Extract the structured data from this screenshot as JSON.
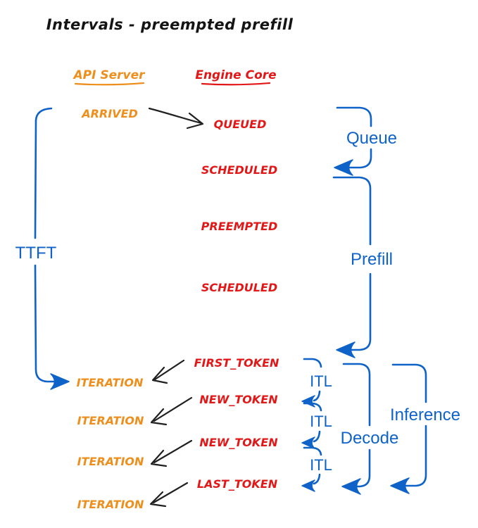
{
  "title": "Intervals - preempted prefill",
  "columns": {
    "api_server": "API Server",
    "engine_core": "Engine Core"
  },
  "api_server_events": {
    "arrived": "ARRIVED",
    "iteration_1": "ITERATION",
    "iteration_2": "ITERATION",
    "iteration_3": "ITERATION",
    "iteration_4": "ITERATION"
  },
  "engine_core_events": {
    "queued": "QUEUED",
    "scheduled_1": "SCHEDULED",
    "preempted": "PREEMPTED",
    "scheduled_2": "SCHEDULED",
    "first_token": "FIRST_TOKEN",
    "new_token_1": "NEW_TOKEN",
    "new_token_2": "NEW_TOKEN",
    "last_token": "LAST_TOKEN"
  },
  "interval_labels": {
    "ttft": "TTFT",
    "queue": "Queue",
    "prefill": "Prefill",
    "itl_1": "ITL",
    "itl_2": "ITL",
    "itl_3": "ITL",
    "decode": "Decode",
    "inference": "Inference"
  },
  "colors": {
    "api_server": "#EE8F1D",
    "engine_core": "#E21717",
    "intervals": "#0F63C8",
    "connectors": "#202020",
    "title": "#141414",
    "background": "#FFFFFF"
  }
}
